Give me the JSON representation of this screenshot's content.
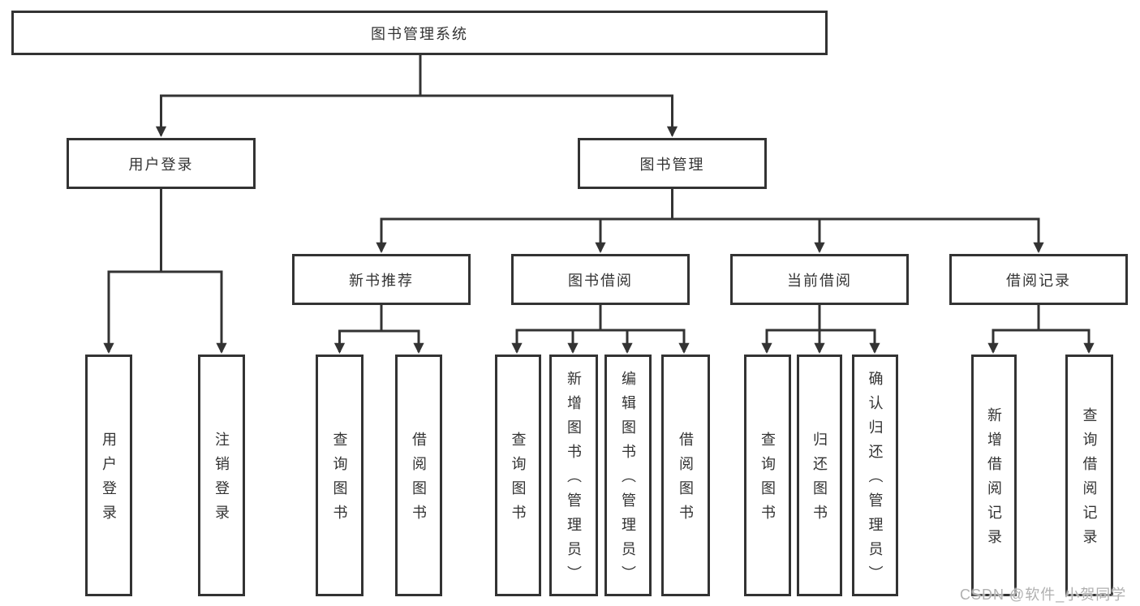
{
  "diagram": {
    "nodes": {
      "root": "图书管理系统",
      "level2": {
        "user_login": "用户登录",
        "book_management": "图书管理"
      },
      "level3": {
        "new_book_recommend": "新书推荐",
        "book_borrowing": "图书借阅",
        "current_borrowing": "当前借阅",
        "borrowing_records": "借阅记录"
      },
      "leaves": {
        "user_login": "用户登录",
        "logout": "注销登录",
        "nbr_query_books": "查询图书",
        "nbr_borrow_books": "借阅图书",
        "bb_query_books": "查询图书",
        "bb_add_books_admin": "新增图书（管理员）",
        "bb_edit_books_admin": "编辑图书（管理员）",
        "bb_borrow_books": "借阅图书",
        "cb_query_books": "查询图书",
        "cb_return_books": "归还图书",
        "cb_confirm_return_admin": "确认归还（管理员）",
        "br_add_record": "新增借阅记录",
        "br_query_record": "查询借阅记录"
      }
    },
    "colors": {
      "line": "#333333",
      "text": "#333333",
      "box_background": "#ffffff",
      "page_background": "#ffffff",
      "watermark": "#b0b0b0"
    }
  },
  "watermark": "CSDN @软件_小贺同学"
}
